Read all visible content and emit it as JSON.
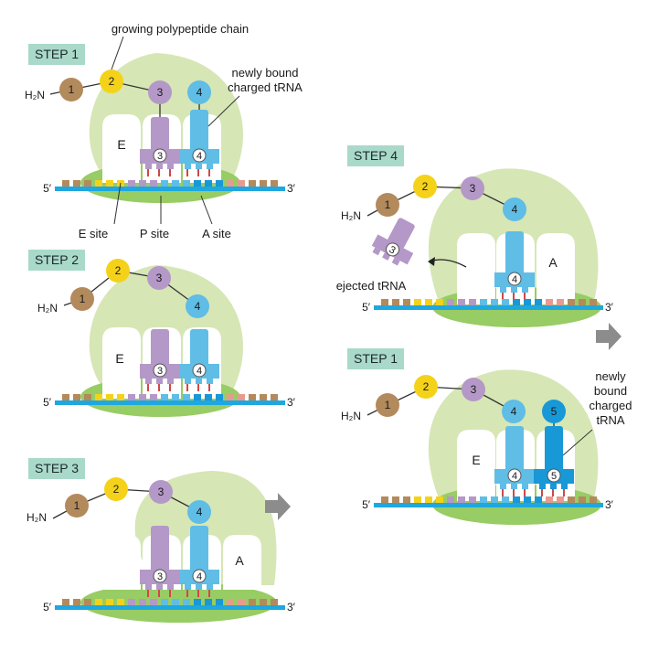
{
  "colors": {
    "ribosome_large": "#d6e6b5",
    "ribosome_small": "#98cc64",
    "mrna": "#1fa7df",
    "aa1": "#b38a5c",
    "aa2": "#f5d21a",
    "aa3": "#b498c8",
    "aa4": "#5fbde6",
    "aa5": "#1898d6",
    "codon_pair": "#d04848",
    "arrow_gray": "#8c8c8c",
    "step_label_bg": "#a9d9c9"
  },
  "labels": {
    "step1": "STEP 1",
    "step2": "STEP 2",
    "step3": "STEP 3",
    "step4": "STEP 4",
    "step1b": "STEP 1",
    "growing_chain": "growing polypeptide chain",
    "newly_bound_1": [
      "newly bound",
      "charged tRNA"
    ],
    "newly_bound_2": [
      "newly",
      "bound",
      "charged",
      "tRNA"
    ],
    "e_site": "E site",
    "p_site": "P site",
    "a_site": "A site",
    "ejected": "ejected tRNA",
    "h2n": "H₂N",
    "five_prime": "5′",
    "three_prime": "3′",
    "E": "E",
    "A": "A"
  },
  "amino_acids": [
    "1",
    "2",
    "3",
    "4",
    "5"
  ],
  "trna_numbers": [
    "3",
    "4",
    "5"
  ]
}
